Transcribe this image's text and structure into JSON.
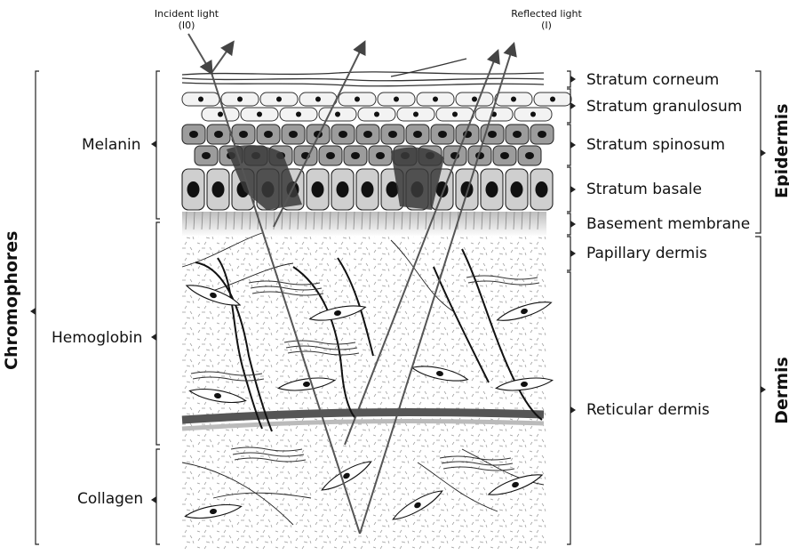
{
  "light": {
    "incident": "Incident light",
    "incident_symbol": "(I0)",
    "reflected": "Reflected light",
    "reflected_symbol": "(I)"
  },
  "chromophores": {
    "title": "Chromophores",
    "items": [
      "Melanin",
      "Hemoglobin",
      "Collagen"
    ]
  },
  "layers": {
    "stratum_corneum": "Stratum corneum",
    "stratum_granulosum": "Stratum granulosum",
    "stratum_spinosum": "Stratum spinosum",
    "stratum_basale": "Stratum basale",
    "basement_membrane": "Basement membrane",
    "papillary_dermis": "Papillary dermis",
    "reticular_dermis": "Reticular dermis"
  },
  "groups": {
    "epidermis": "Epidermis",
    "dermis": "Dermis"
  }
}
